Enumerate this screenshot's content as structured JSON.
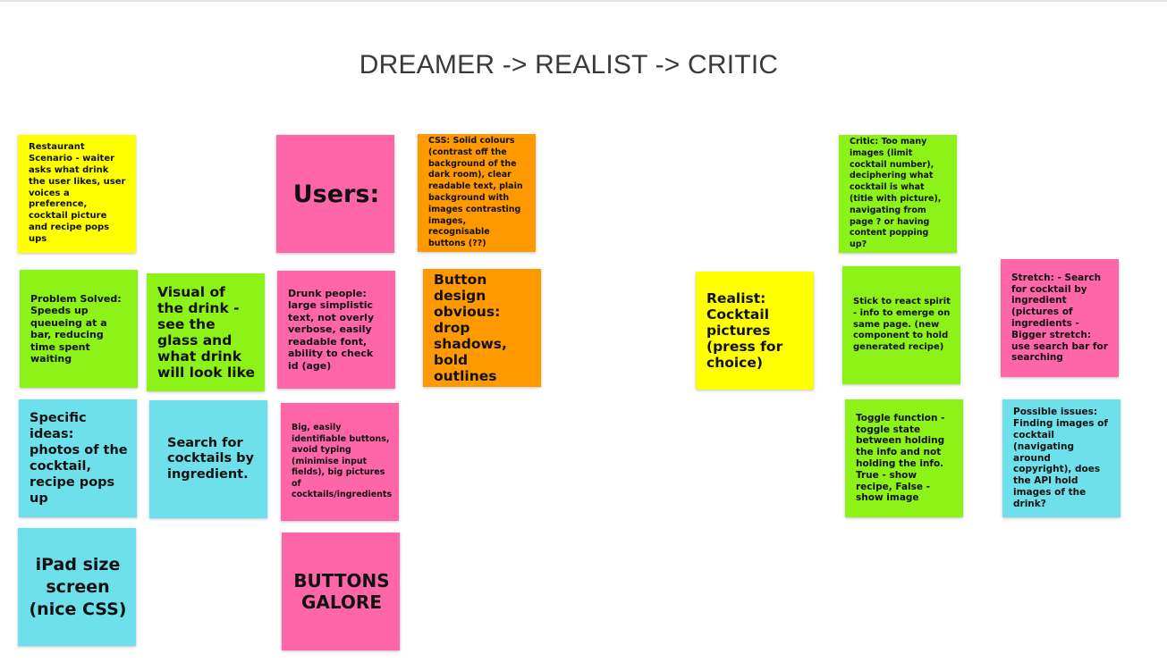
{
  "board": {
    "title": "DREAMER -> REALIST -> CRITIC"
  },
  "notes": {
    "restaurant_scenario": "Restaurant Scenario - waiter asks what drink the user likes, user voices a preference, cocktail picture and recipe pops ups",
    "users": "Users:",
    "css": "CSS: Solid colours (contrast off the background of the dark room), clear readable text, plain background with images contrasting images, recognisable buttons (??)",
    "problem_solved": "Problem Solved: Speeds up queueing at a bar, reducing time spent waiting",
    "visual_drink": "Visual of the drink -  see the glass and what drink will look like",
    "drunk_people": "Drunk people: large simplistic text, not overly verbose, easily readable font, ability to check id (age)",
    "button_design": "Button design obvious: drop shadows, bold outlines",
    "specific_ideas": "Specific ideas: photos of the cocktail, recipe pops up",
    "search_ingredient": "Search for cocktails by ingredient.",
    "big_buttons": "Big, easily identifiable buttons, avoid typing (minimise input fields), big pictures of cocktails/ingredients",
    "ipad": "iPad size screen (nice CSS)",
    "buttons_galore": "BUTTONS GALORE",
    "realist": "Realist: Cocktail pictures (press for choice)",
    "critic": "Critic: Too many images (limit cocktail number), deciphering what cocktail is what (title with picture), navigating from page ? or having content popping up?",
    "stick_react": "Stick to react spirit - info to emerge on same page. (new component to hold generated recipe)",
    "stretch": "Stretch: - Search for cocktail by ingredient (pictures of ingredients - Bigger stretch: use search bar for searching",
    "toggle": "Toggle function - toggle state between holding the info and not holding the info. True - show recipe, False - show image",
    "possible_issues": "Possible issues: Finding images of cocktail (navigating around copyright), does the API hold images of the drink?"
  },
  "colors": {
    "yellow": "#ffff00",
    "pink": "#ff66a8",
    "orange": "#ff9900",
    "green": "#8cf218",
    "cyan": "#6ee0ec"
  }
}
